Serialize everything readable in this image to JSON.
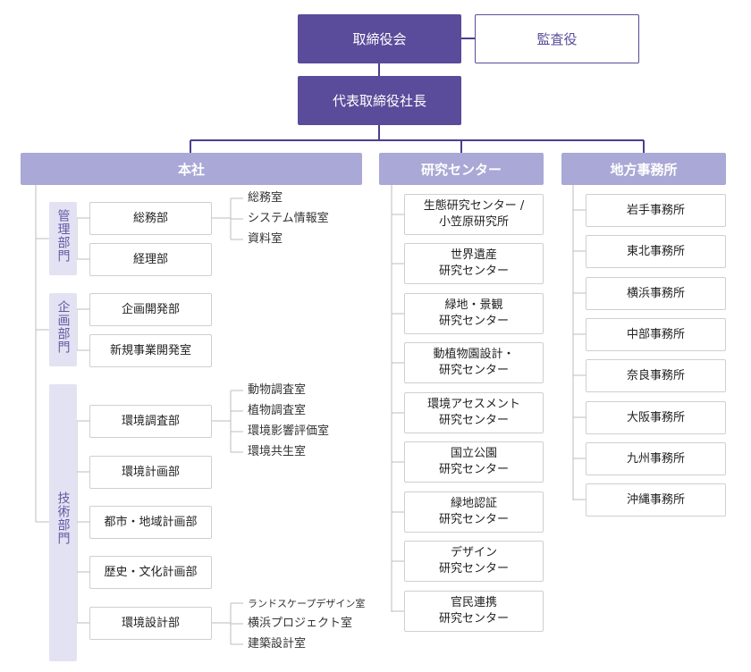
{
  "top": {
    "board": "取締役会",
    "auditor": "監査役",
    "president": "代表取締役社長"
  },
  "headquarters": {
    "title": "本社",
    "groups": [
      {
        "name": "管理部門",
        "departments": [
          {
            "name": "総務部",
            "subs": [
              "総務室",
              "システム情報室",
              "資料室"
            ]
          },
          {
            "name": "経理部",
            "subs": []
          }
        ]
      },
      {
        "name": "企画部門",
        "departments": [
          {
            "name": "企画開発部",
            "subs": []
          },
          {
            "name": "新規事業開発室",
            "subs": []
          }
        ]
      },
      {
        "name": "技術部門",
        "departments": [
          {
            "name": "環境調査部",
            "subs": [
              "動物調査室",
              "植物調査室",
              "環境影響評価室",
              "環境共生室"
            ]
          },
          {
            "name": "環境計画部",
            "subs": []
          },
          {
            "name": "都市・地域計画部",
            "subs": []
          },
          {
            "name": "歴史・文化計画部",
            "subs": []
          },
          {
            "name": "環境設計部",
            "subs": [
              "ランドスケープデザイン室",
              "横浜プロジェクト室",
              "建築設計室"
            ]
          }
        ]
      }
    ]
  },
  "research": {
    "title": "研究センター",
    "centers": [
      {
        "line1": "生態研究センター /",
        "line2": "小笠原研究所"
      },
      {
        "line1": "世界遺産",
        "line2": "研究センター"
      },
      {
        "line1": "緑地・景観",
        "line2": "研究センター"
      },
      {
        "line1": "動植物園設計・",
        "line2": "研究センター"
      },
      {
        "line1": "環境アセスメント",
        "line2": "研究センター"
      },
      {
        "line1": "国立公園",
        "line2": "研究センター"
      },
      {
        "line1": "緑地認証",
        "line2": "研究センター"
      },
      {
        "line1": "デザイン",
        "line2": "研究センター"
      },
      {
        "line1": "官民連携",
        "line2": "研究センター"
      }
    ]
  },
  "regional": {
    "title": "地方事務所",
    "offices": [
      "岩手事務所",
      "東北事務所",
      "横浜事務所",
      "中部事務所",
      "奈良事務所",
      "大阪事務所",
      "九州事務所",
      "沖縄事務所"
    ]
  },
  "colors": {
    "dark": "#5a4c9a",
    "header": "#a9a8d6",
    "section": "#e3e2f2",
    "line": "#4a3f8c",
    "gray_line": "#bdbdbd"
  }
}
